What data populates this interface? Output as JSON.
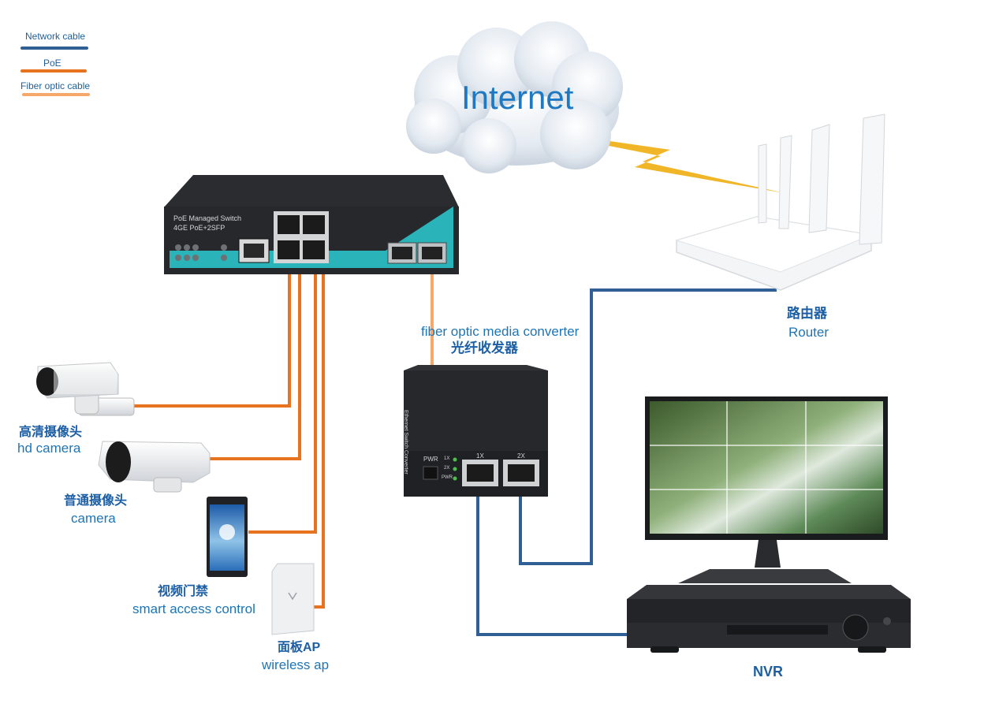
{
  "legend": {
    "network_cable": "Network cable",
    "poe": "PoE",
    "fiber_optic_cable": "Fiber optic cable"
  },
  "cloud": {
    "label": "Internet"
  },
  "switch": {
    "line1": "PoE Managed Switch",
    "line2": "4GE PoE+2SFP"
  },
  "router": {
    "label_cn": "路由器",
    "label_en": "Router"
  },
  "converter": {
    "label_en": "fiber optic media converter",
    "label_cn": "光纤收发器",
    "side_text": "Ethernet Switch Converter",
    "port1": "1X",
    "port2": "2X",
    "pwr": "PWR",
    "led1": "1X",
    "led2": "2X",
    "led3": "PWR"
  },
  "hd_camera": {
    "label_cn": "高清摄像头",
    "label_en": "hd camera"
  },
  "camera": {
    "label_cn": "普通摄像头",
    "label_en": "camera"
  },
  "access_control": {
    "label_cn": "视频门禁",
    "label_en": "smart access control"
  },
  "wireless_ap": {
    "label_cn": "面板AP",
    "label_en": "wireless ap"
  },
  "nvr": {
    "label": "NVR"
  },
  "colors": {
    "network_cable": "#2f5f95",
    "poe": "#e8731e",
    "fiber": "#f5a86a",
    "text_blue": "#1d75b6",
    "device_dark": "#2b2d31",
    "switch_teal": "#2ab3b8"
  }
}
